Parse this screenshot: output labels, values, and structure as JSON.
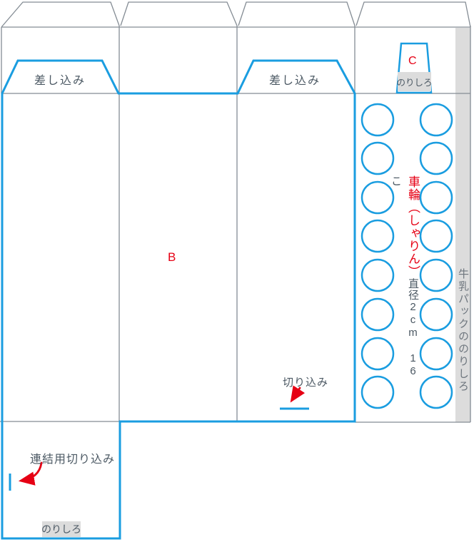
{
  "colors": {
    "blue": "#1a9de0",
    "red": "#e60014",
    "line": "#848c94",
    "text": "#4b5863",
    "text-light": "#6e767e",
    "fill": "#dcdcdc"
  },
  "flaps": {
    "insert_left_label": "差し込み",
    "insert_right_label": "差し込み"
  },
  "panels": {
    "b_label": "B"
  },
  "tab_c": {
    "label": "C",
    "glue_label": "のりしろ"
  },
  "wheel_area": {
    "title": "車輪（しゃりん）",
    "spec": "直径2cm 16こ",
    "circle_count": 16
  },
  "right_strip": {
    "label": "牛乳パックののりしろ"
  },
  "annotations": {
    "cut_label": "切り込み",
    "link_cut_label": "連結用切り込み"
  },
  "bottom_tab": {
    "glue_label": "のりしろ"
  }
}
